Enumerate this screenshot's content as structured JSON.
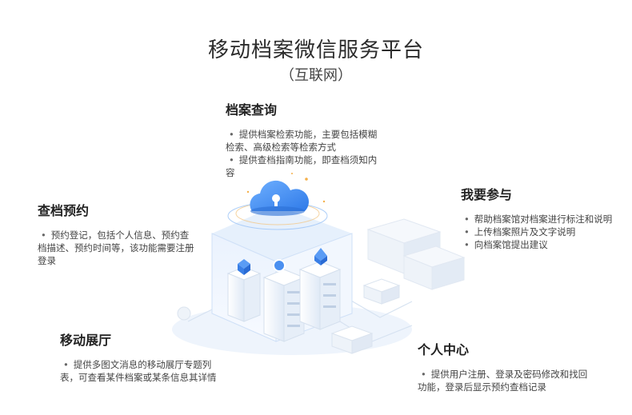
{
  "title": "移动档案微信服务平台",
  "subtitle": "（互联网）",
  "blocks": {
    "archive_query": {
      "heading": "档案查询",
      "items": [
        "提供档案检索功能，主要包括模糊检索、高级检索等检索方式",
        "提供查档指南功能，即查档须知内容"
      ]
    },
    "appointment": {
      "heading": "查档预约",
      "items": [
        "预约登记，包括个人信息、预约查档描述、预约时间等，该功能需要注册登录"
      ]
    },
    "participation": {
      "heading": "我要参与",
      "items": [
        "帮助档案馆对档案进行标注和说明",
        "上传档案照片及文字说明",
        "向档案馆提出建议"
      ]
    },
    "mobile_hall": {
      "heading": "移动展厅",
      "items": [
        "提供多图文消息的移动展厅专题列表，可查看某件档案或某条信息其详情"
      ]
    },
    "personal_center": {
      "heading": "个人中心",
      "items": [
        "提供用户注册、登录及密码修改和找回功能，登录后显示预约查档记录"
      ]
    }
  },
  "colors": {
    "accent": "#3a86f0",
    "cube": "#dce9fb"
  }
}
